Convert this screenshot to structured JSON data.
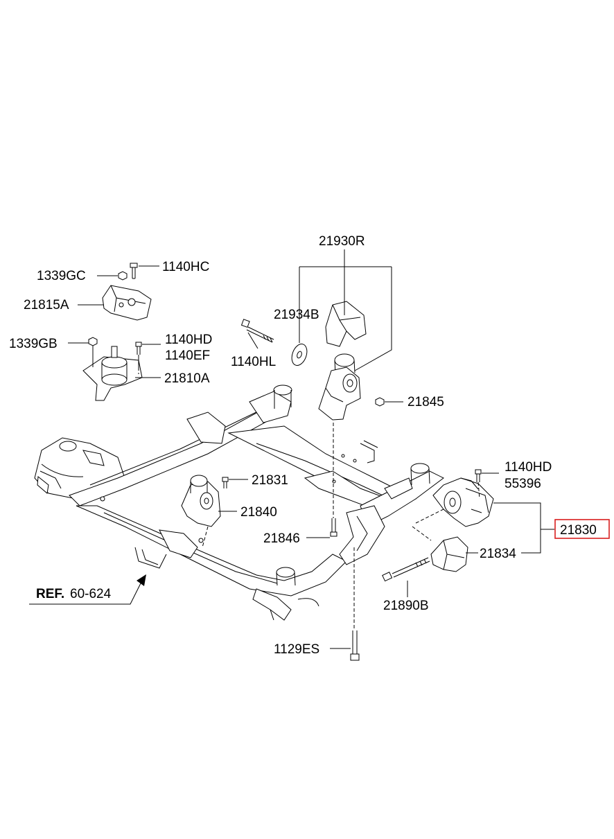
{
  "labels": {
    "p21930R": "21930R",
    "p1339GC": "1339GC",
    "p1140HC": "1140HC",
    "p21815A": "21815A",
    "p21934B": "21934B",
    "p1339GB": "1339GB",
    "p1140HD_a": "1140HD",
    "p1140EF": "1140EF",
    "p1140HL": "1140HL",
    "p21810A": "21810A",
    "p21845": "21845",
    "p21831": "21831",
    "p1140HD_b": "1140HD",
    "p55396": "55396",
    "p21840": "21840",
    "p21830": "21830",
    "p21846": "21846",
    "p21834": "21834",
    "ref_prefix": "REF.",
    "ref_number": "60-624",
    "p21890B": "21890B",
    "p1129ES": "1129ES"
  },
  "highlight": {
    "part": "21830",
    "color": "#d81e1e"
  }
}
